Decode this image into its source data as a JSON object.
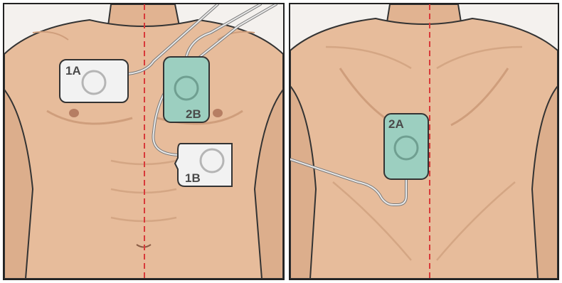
{
  "front_view": {
    "pads": [
      {
        "label": "1A",
        "color": "#f2f2f2"
      },
      {
        "label": "2B",
        "color": "#9ccfc0"
      },
      {
        "label": "1B",
        "color": "#f2f2f2"
      }
    ]
  },
  "back_view": {
    "pads": [
      {
        "label": "2A",
        "color": "#9ccfc0"
      }
    ]
  },
  "colors": {
    "skin": "#e7bc9b",
    "skin_shadow": "#cf9e7c",
    "midline": "#d83a3a",
    "white_pad": "#f2f2f2",
    "green_pad": "#9ccfc0",
    "outline": "#333333"
  }
}
